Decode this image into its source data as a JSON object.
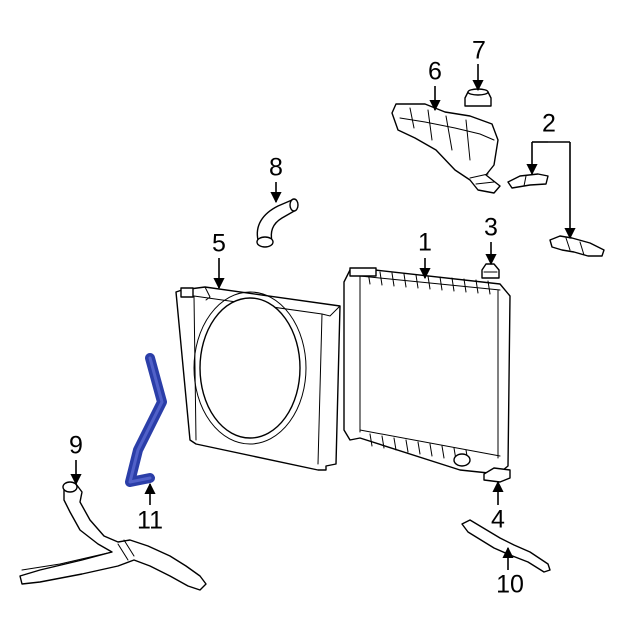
{
  "colors": {
    "highlight": "#2b3ea8",
    "line": "#000000",
    "background": "#ffffff"
  },
  "callouts": [
    {
      "id": "c1",
      "label": "1"
    },
    {
      "id": "c2",
      "label": "2"
    },
    {
      "id": "c3",
      "label": "3"
    },
    {
      "id": "c4",
      "label": "4"
    },
    {
      "id": "c5",
      "label": "5"
    },
    {
      "id": "c6",
      "label": "6"
    },
    {
      "id": "c7",
      "label": "7"
    },
    {
      "id": "c8",
      "label": "8"
    },
    {
      "id": "c9",
      "label": "9"
    },
    {
      "id": "c10",
      "label": "10"
    },
    {
      "id": "c11",
      "label": "11"
    }
  ]
}
